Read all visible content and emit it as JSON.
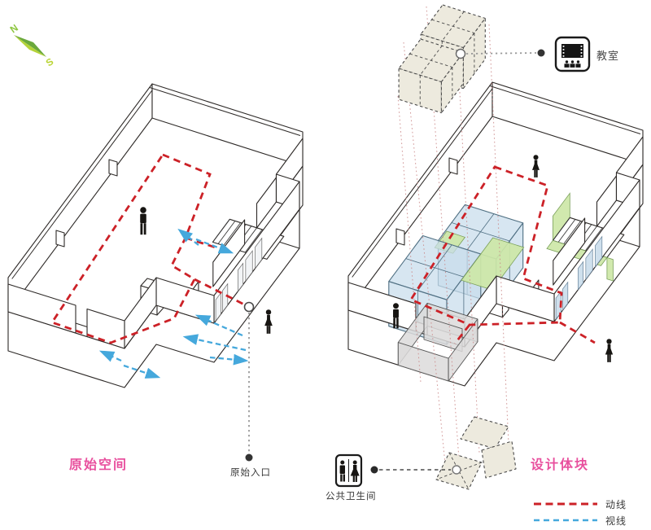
{
  "compass": {
    "north": "N",
    "south": "S"
  },
  "left_diagram": {
    "title": "原始空间",
    "entrance_label": "原始入口"
  },
  "right_diagram": {
    "title": "设计体块"
  },
  "callouts": {
    "classroom": {
      "label": "教室"
    },
    "restroom": {
      "label": "公共卫生间"
    }
  },
  "legend": {
    "items": [
      {
        "label": "动线",
        "color": "#cc2127"
      },
      {
        "label": "视线",
        "color": "#45a8dc"
      }
    ]
  },
  "colors": {
    "circulation_red": "#cc2127",
    "sight_blue": "#45a8dc",
    "title_pink": "#e8509e",
    "design_green": "#cde7a7",
    "design_blue": "#c7dcec",
    "massing_beige": "#edeade",
    "compass_green_dark": "#6aa83c",
    "compass_green_light": "#b4d339"
  }
}
